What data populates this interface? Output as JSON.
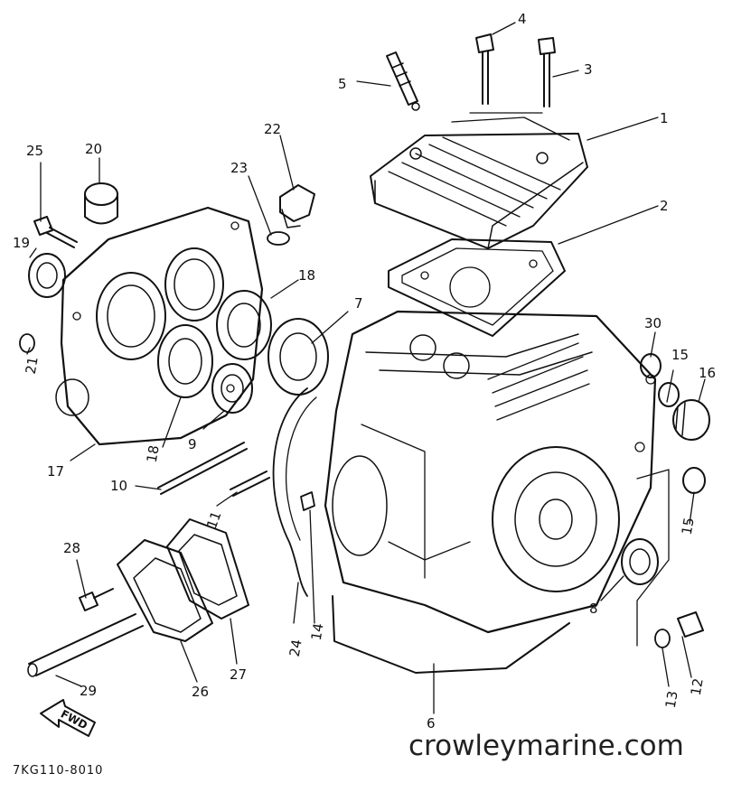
{
  "callouts": {
    "c1": "1",
    "c2": "2",
    "c3": "3",
    "c4": "4",
    "c5": "5",
    "c6": "6",
    "c7": "7",
    "c8": "8",
    "c9": "9",
    "c10": "10",
    "c11": "11",
    "c12": "12",
    "c13": "13",
    "c14": "14",
    "c15a": "15",
    "c15b": "15",
    "c16": "16",
    "c17": "17",
    "c18a": "18",
    "c18b": "18",
    "c19": "19",
    "c20": "20",
    "c21": "21",
    "c22": "22",
    "c23": "23",
    "c24": "24",
    "c25": "25",
    "c26": "26",
    "c27": "27",
    "c28": "28",
    "c29": "29",
    "c30": "30"
  },
  "fwd_label": "FWD",
  "diagram_code": "7KG110-8010",
  "watermark": "crowleymarine.com"
}
